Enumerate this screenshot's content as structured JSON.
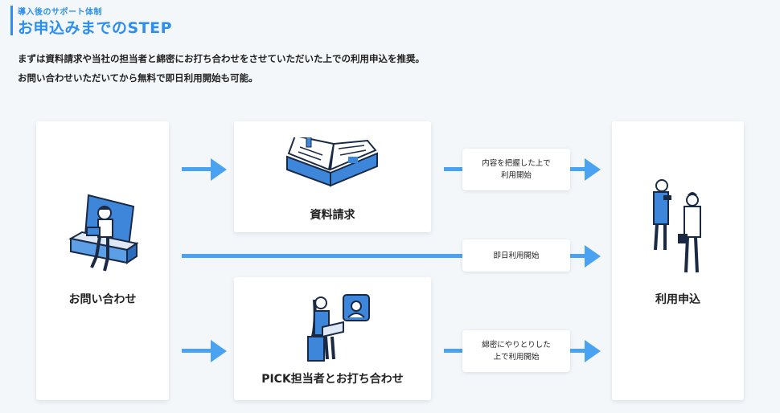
{
  "header": {
    "eyebrow": "導入後のサポート体制",
    "title": "お申込みまでのSTEP",
    "intro_line1": "まずは資料請求や当社の担当者と綿密にお打ち合わせをさせていただいた上での利用申込を推奨。",
    "intro_line2": "お問い合わせいただいてから無料で即日利用開始も可能。"
  },
  "steps": {
    "inquiry": "お問い合わせ",
    "materials": "資料請求",
    "pick_meeting": "PICK担当者とお打ち合わせ",
    "apply": "利用申込"
  },
  "paths": {
    "materials_line1": "内容を把握した上で",
    "materials_line2": "利用開始",
    "direct": "即日利用開始",
    "meeting_line1": "綿密にやりとりした",
    "meeting_line2": "上で利用開始"
  },
  "colors": {
    "accent": "#2c8ff0",
    "arrow": "#4aa3f0"
  },
  "icons": [
    "person-on-bench-icon",
    "open-book-icon",
    "person-at-desk-icon",
    "two-people-talking-icon"
  ]
}
